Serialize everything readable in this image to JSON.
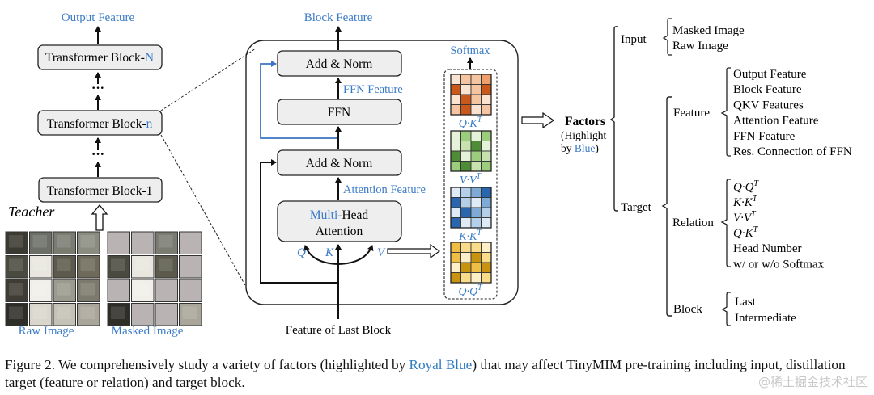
{
  "colors": {
    "accent_blue": "#3a7bc8",
    "arrow_blue": "#3d74c4",
    "block_fill": "#eeeeee",
    "mask_gray": "#b9b3b3",
    "orange": [
      "#fbe3d2",
      "#f5c4a0",
      "#eea06a",
      "#c9581a"
    ],
    "green": [
      "#e6f1da",
      "#c7e2ae",
      "#9ccd7c",
      "#4e8d35"
    ],
    "blue": [
      "#deeaf6",
      "#b3cfe9",
      "#7faad6",
      "#2a66ad"
    ],
    "yellow": [
      "#fdf0c9",
      "#f9dc8a",
      "#efbf45",
      "#c89410"
    ]
  },
  "teacher": {
    "label": "Teacher",
    "output_label": "Output Feature",
    "blocks": [
      {
        "prefix": "Transformer Block-",
        "suffix": "N",
        "suffix_blue": true
      },
      {
        "prefix": "Transformer Block-",
        "suffix": "n",
        "suffix_blue": true
      },
      {
        "prefix": "Transformer Block-1",
        "suffix": "",
        "suffix_blue": false
      }
    ],
    "ellipsis": "⋮",
    "raw_image_label": "Raw Image",
    "masked_image_label": "Masked Image",
    "mask_pattern": [
      [
        1,
        1,
        0,
        1
      ],
      [
        0,
        0,
        0,
        1
      ],
      [
        1,
        0,
        1,
        1
      ],
      [
        0,
        1,
        1,
        0
      ]
    ]
  },
  "block_detail": {
    "top_label": "Block Feature",
    "add_norm_top": "Add & Norm",
    "ffn_feature_label": "FFN Feature",
    "ffn": "FFN",
    "add_norm_bottom": "Add & Norm",
    "attention_feature_label": "Attention Feature",
    "mha_line1_blue": "Multi",
    "mha_line1_rest": "-Head",
    "mha_line2": "Attention",
    "q": "Q",
    "k": "K",
    "v": "V",
    "bottom_label": "Feature of Last Block"
  },
  "relations": {
    "softmax_label": "Softmax",
    "matrices": [
      {
        "base": "Q·K",
        "sup": "T",
        "palette": "orange",
        "cells": [
          [
            0,
            1,
            1,
            2
          ],
          [
            3,
            0,
            1,
            3
          ],
          [
            0,
            3,
            1,
            0
          ],
          [
            1,
            3,
            0,
            1
          ]
        ]
      },
      {
        "base": "V·V",
        "sup": "T",
        "palette": "green",
        "cells": [
          [
            0,
            2,
            0,
            2
          ],
          [
            0,
            1,
            3,
            0
          ],
          [
            3,
            0,
            2,
            1
          ],
          [
            2,
            3,
            1,
            2
          ]
        ]
      },
      {
        "base": "K·K",
        "sup": "T",
        "palette": "blue",
        "cells": [
          [
            0,
            1,
            2,
            3
          ],
          [
            3,
            1,
            0,
            2
          ],
          [
            0,
            3,
            2,
            1
          ],
          [
            3,
            0,
            1,
            0
          ]
        ]
      },
      {
        "base": "Q·Q",
        "sup": "T",
        "palette": "yellow",
        "cells": [
          [
            2,
            1,
            1,
            0
          ],
          [
            2,
            0,
            3,
            1
          ],
          [
            0,
            3,
            2,
            3
          ],
          [
            3,
            1,
            0,
            1
          ]
        ]
      }
    ]
  },
  "factors": {
    "title": "Factors",
    "subtitle_line1": "(Highlight",
    "subtitle_line2_prefix": "by ",
    "subtitle_line2_blue": "Blue",
    "subtitle_line2_suffix": ")",
    "input": {
      "label": "Input",
      "items": [
        "Masked Image",
        "Raw Image"
      ]
    },
    "target": {
      "label": "Target",
      "feature": {
        "label": "Feature",
        "items": [
          "Output Feature",
          "Block Feature",
          "QKV Features",
          "Attention Feature",
          "FFN Feature",
          "Res. Connection of FFN"
        ]
      },
      "relation": {
        "label": "Relation",
        "math_items": [
          {
            "base": "Q·Q",
            "sup": "T"
          },
          {
            "base": "K·K",
            "sup": "T"
          },
          {
            "base": "V·V",
            "sup": "T"
          },
          {
            "base": "Q·K",
            "sup": "T"
          }
        ],
        "items": [
          "Head Number",
          "w/ or w/o Softmax"
        ]
      },
      "block": {
        "label": "Block",
        "items": [
          "Last",
          "Intermediate"
        ]
      }
    }
  },
  "caption": {
    "part1": "Figure 2. We comprehensively study a variety of factors (highlighted by ",
    "blue": "Royal Blue",
    "part2": ") that may affect TinyMIM pre-training including input, distillation target (feature or relation) and target block."
  },
  "watermark": "@稀土掘金技术社区"
}
